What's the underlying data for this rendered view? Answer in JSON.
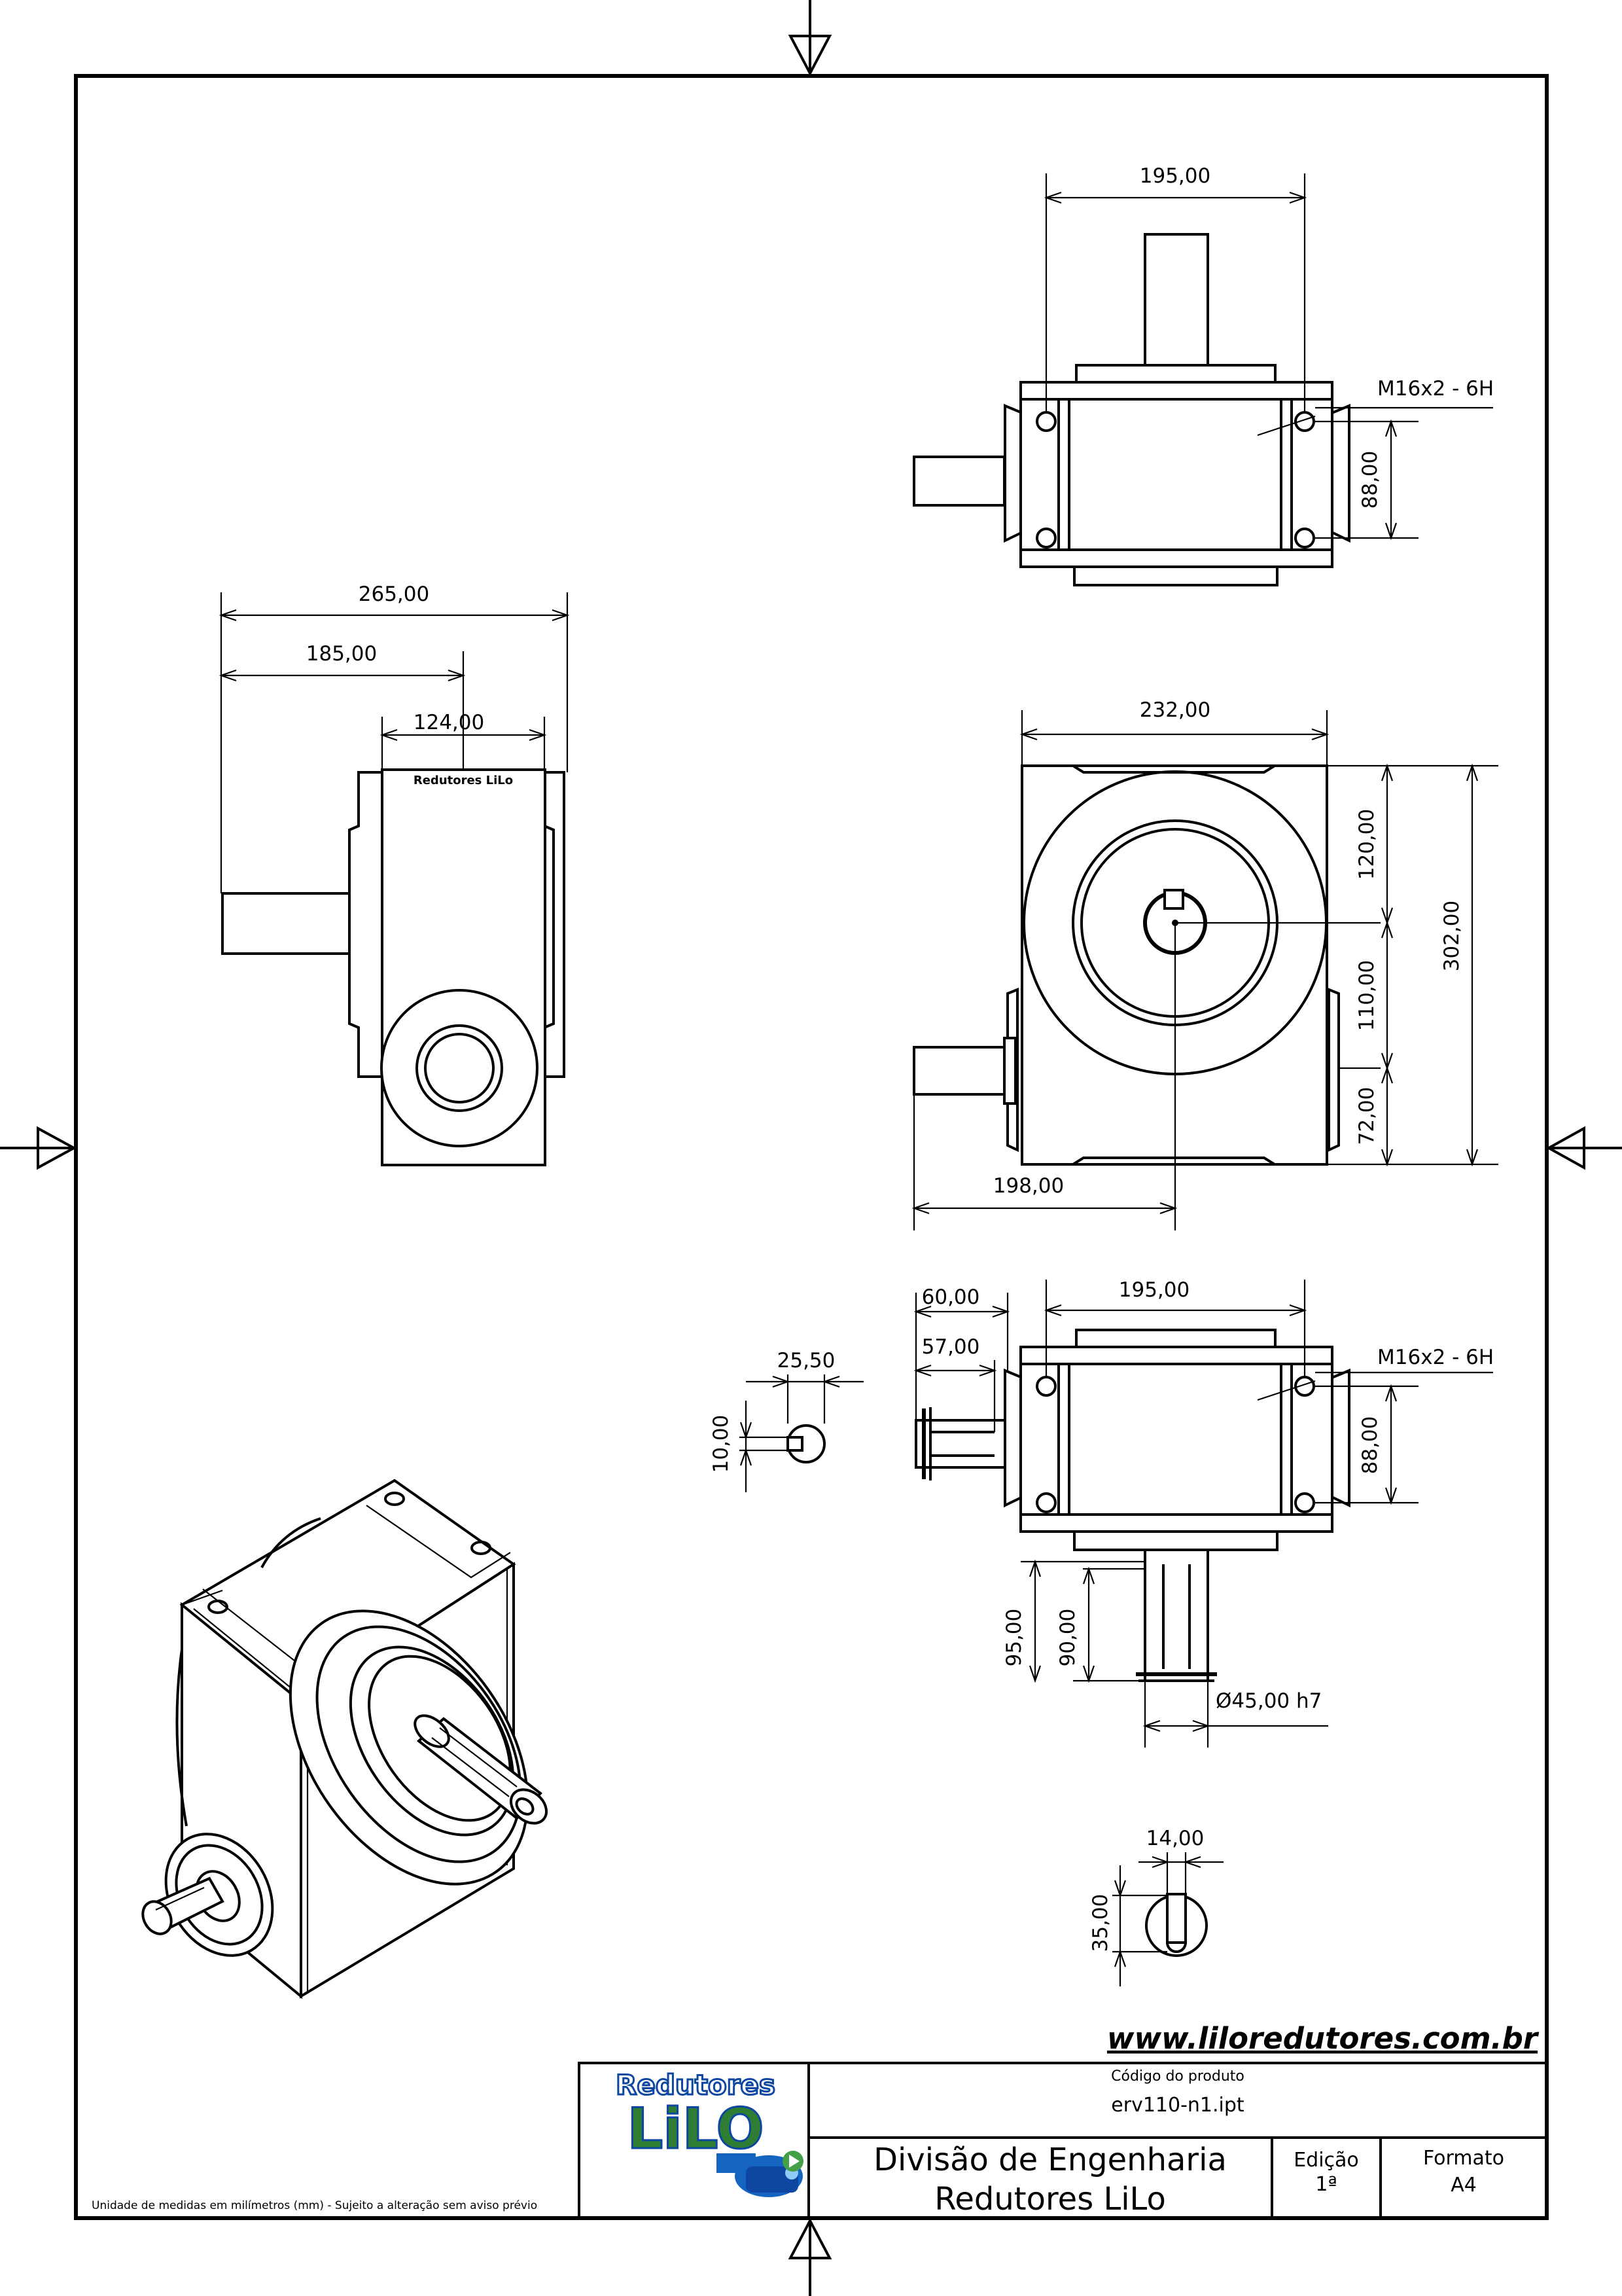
{
  "dimensions": {
    "top_width": "195,00",
    "top_thread": "M16x2 - 6H",
    "top_hole_pitch": "88,00",
    "side_overall": "265,00",
    "side_shaft": "185,00",
    "side_body": "124,00",
    "front_width": "232,00",
    "front_upper": "120,00",
    "front_mid": "110,00",
    "front_lower": "72,00",
    "front_height": "302,00",
    "front_shaft_reach": "198,00",
    "bottom_out1": "60,00",
    "bottom_out2": "57,00",
    "bottom_width": "195,00",
    "bottom_thread": "M16x2 - 6H",
    "bottom_hole_pitch": "88,00",
    "bottom_shaft1": "95,00",
    "bottom_shaft2": "90,00",
    "shaft_diameter": "Ø45,00 h7",
    "key1_width": "25,50",
    "key1_height": "10,00",
    "key2_width": "14,00",
    "key2_height": "35,00"
  },
  "body_lettering": "Redutores LiLo",
  "website": "www.liloredutores.com.br",
  "title_block": {
    "logo_line1": "Redutores",
    "logo_line2": "LiLO",
    "product_code_label": "Código do produto",
    "product_code": "erv110-n1.ipt",
    "division_line1": "Divisão de Engenharia",
    "division_line2": "Redutores LiLo",
    "edition_label": "Edição",
    "edition_value": "1ª",
    "format_label": "Formato",
    "format_value": "A4",
    "units_note": "Unidade de medidas em milímetros (mm) - Sujeito a alteração sem aviso prévio"
  },
  "colors": {
    "logo_text": "#2e7d32",
    "logo_outline": "#0d47a1",
    "motor": "#1565c0",
    "play_icon": "#43a047"
  }
}
